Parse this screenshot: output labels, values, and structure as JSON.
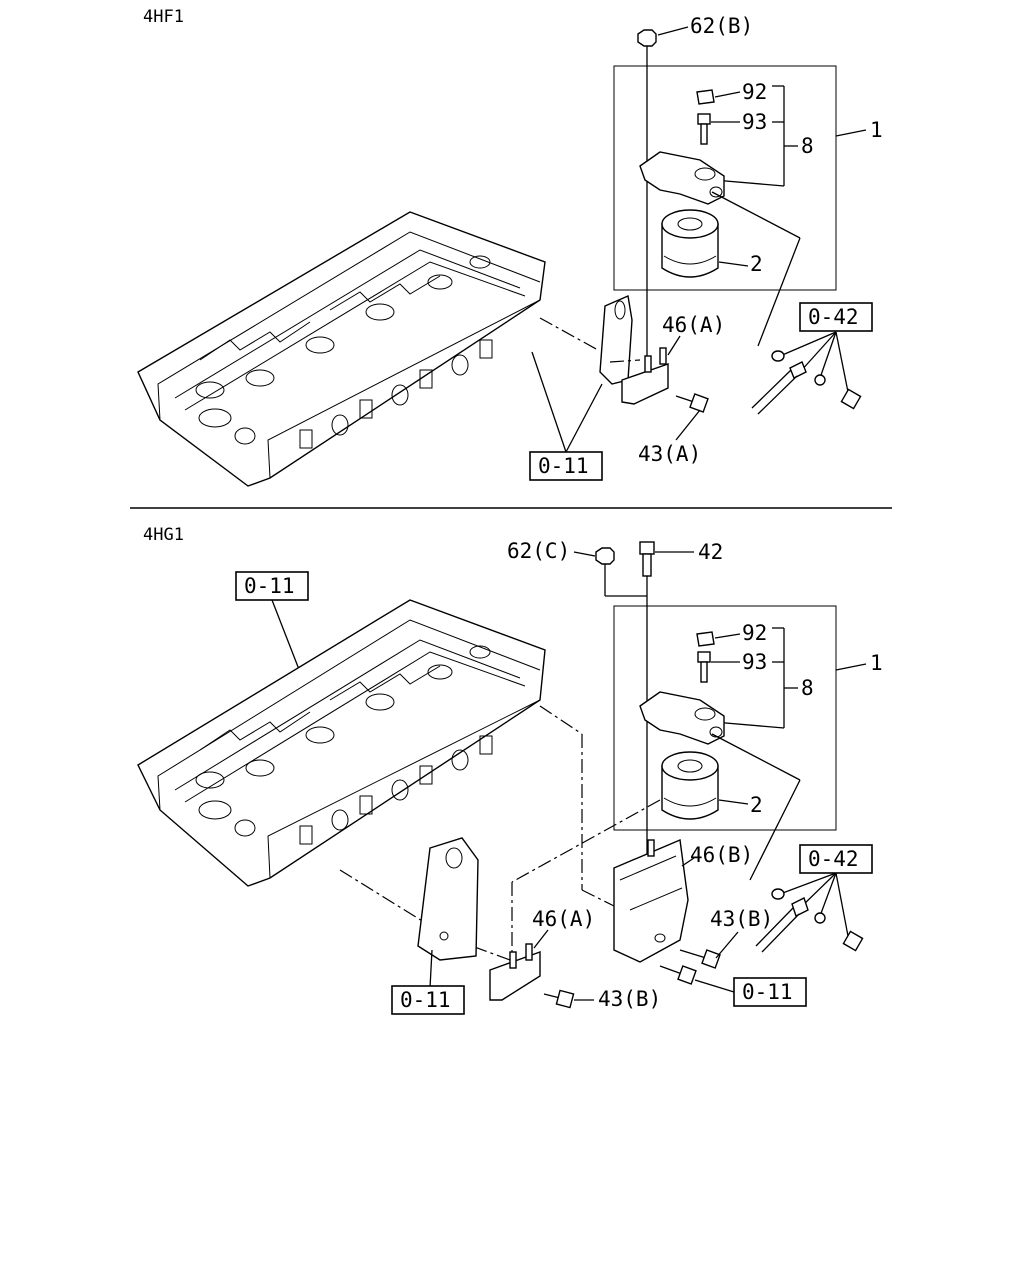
{
  "sections": {
    "top_model": "4HF1",
    "bottom_model": "4HG1"
  },
  "top_labels": {
    "nut_62b": "62(B)",
    "cap_92": "92",
    "bolt_93": "93",
    "assy_8": "8",
    "assy_1": "1",
    "filter_2": "2",
    "ref_042": "0-42",
    "stud_46a": "46(A)",
    "bolt_43a": "43(A)",
    "ref_011": "0-11"
  },
  "bottom_labels": {
    "nut_62c": "62(C)",
    "bolt_42": "42",
    "ref_011_head": "0-11",
    "cap_92": "92",
    "bolt_93": "93",
    "assy_8": "8",
    "assy_1": "1",
    "filter_2": "2",
    "stud_46b": "46(B)",
    "ref_042": "0-42",
    "stud_46a": "46(A)",
    "bolt_43b_right": "43(B)",
    "ref_011_right": "0-11",
    "ref_011_left": "0-11",
    "bolt_43b_left": "43(B)"
  }
}
